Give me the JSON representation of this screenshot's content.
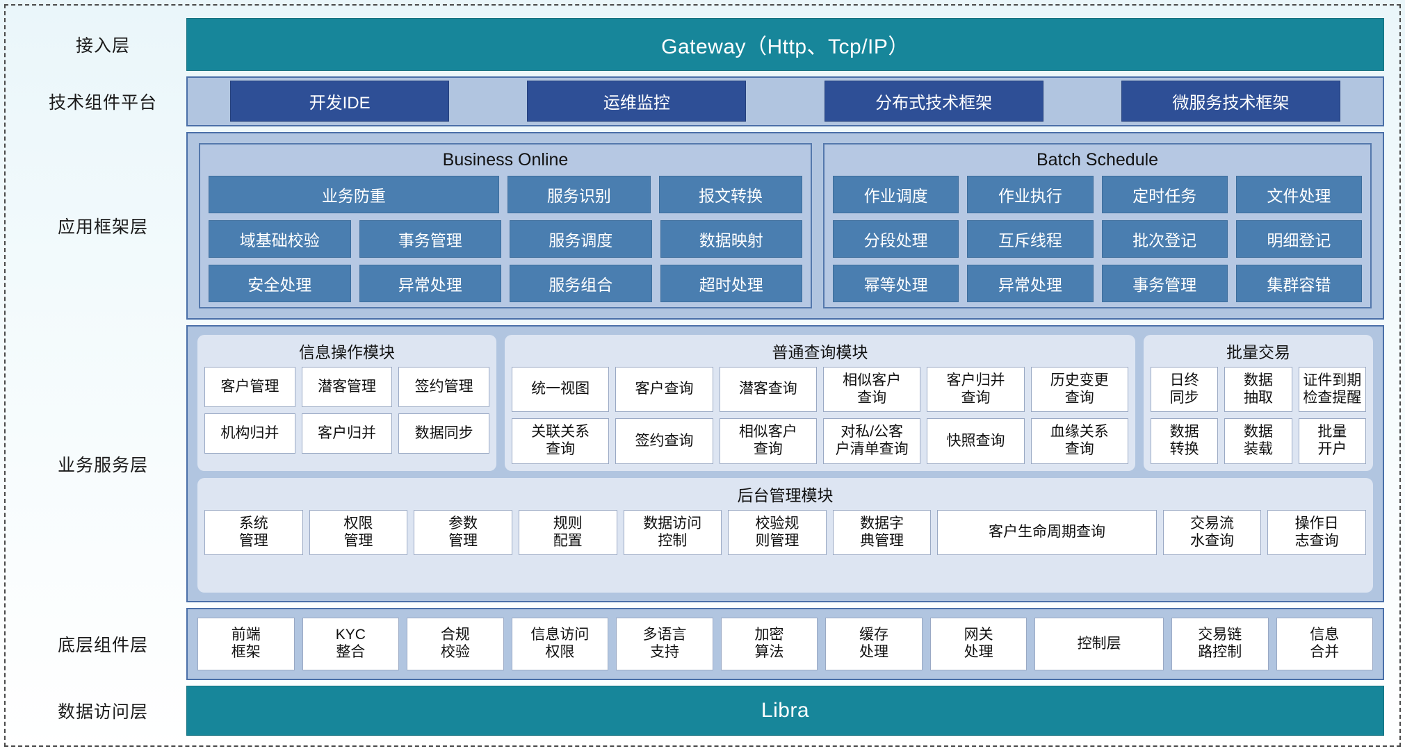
{
  "layers": {
    "access": {
      "label": "接入层",
      "bar": "Gateway（Http、Tcp/IP）"
    },
    "tech": {
      "label": "技术组件平台"
    },
    "appfw": {
      "label": "应用框架层"
    },
    "service": {
      "label": "业务服务层"
    },
    "base": {
      "label": "底层组件层"
    },
    "data": {
      "label": "数据访问层",
      "bar": "Libra"
    }
  },
  "tech_chips": [
    "开发IDE",
    "运维监控",
    "分布式技术框架",
    "微服务技术框架"
  ],
  "business_online": {
    "title": "Business Online",
    "rows": [
      [
        "业务防重",
        "服务识别",
        "报文转换"
      ],
      [
        "域基础校验",
        "事务管理",
        "服务调度",
        "数据映射"
      ],
      [
        "安全处理",
        "异常处理",
        "服务组合",
        "超时处理"
      ]
    ]
  },
  "batch_schedule": {
    "title": "Batch Schedule",
    "rows": [
      [
        "作业调度",
        "作业执行",
        "定时任务",
        "文件处理"
      ],
      [
        "分段处理",
        "互斥线程",
        "批次登记",
        "明细登记"
      ],
      [
        "幂等处理",
        "异常处理",
        "事务管理",
        "集群容错"
      ]
    ]
  },
  "info_module": {
    "title": "信息操作模块",
    "rows": [
      [
        "客户管理",
        "潜客管理",
        "签约管理"
      ],
      [
        "机构归并",
        "客户归并",
        "数据同步"
      ]
    ]
  },
  "query_module": {
    "title": "普通查询模块",
    "rows": [
      [
        "统一视图",
        "客户查询",
        "潜客查询",
        "相似客户\n查询",
        "客户归并\n查询",
        "历史变更\n查询"
      ],
      [
        "关联关系\n查询",
        "签约查询",
        "相似客户\n查询",
        "对私/公客\n户清单查询",
        "快照查询",
        "血缘关系\n查询"
      ]
    ]
  },
  "batch_trade_module": {
    "title": "批量交易",
    "rows": [
      [
        "日终\n同步",
        "数据\n抽取",
        "证件到期\n检查提醒"
      ],
      [
        "数据\n转换",
        "数据\n装载",
        "批量\n开户"
      ]
    ]
  },
  "backend_module": {
    "title": "后台管理模块",
    "items": [
      "系统\n管理",
      "权限\n管理",
      "参数\n管理",
      "规则\n配置",
      "数据访问\n控制",
      "校验规\n则管理",
      "数据字\n典管理",
      "客户生命周期查询",
      "交易流\n水查询",
      "操作日\n志查询"
    ]
  },
  "base_components": [
    "前端\n框架",
    "KYC\n整合",
    "合规\n校验",
    "信息访问\n权限",
    "多语言\n支持",
    "加密\n算法",
    "缓存\n处理",
    "网关\n处理",
    "控制层",
    "交易链\n路控制",
    "信息\n合并"
  ],
  "colors": {
    "teal": "#17869a",
    "band": "#b1c5e0",
    "band_border": "#4a6fa8",
    "dark_blue_chip": "#2e4f96",
    "blue_chip": "#4a7eb0",
    "card_bg": "#dde5f2",
    "white_chip": "#ffffff"
  }
}
